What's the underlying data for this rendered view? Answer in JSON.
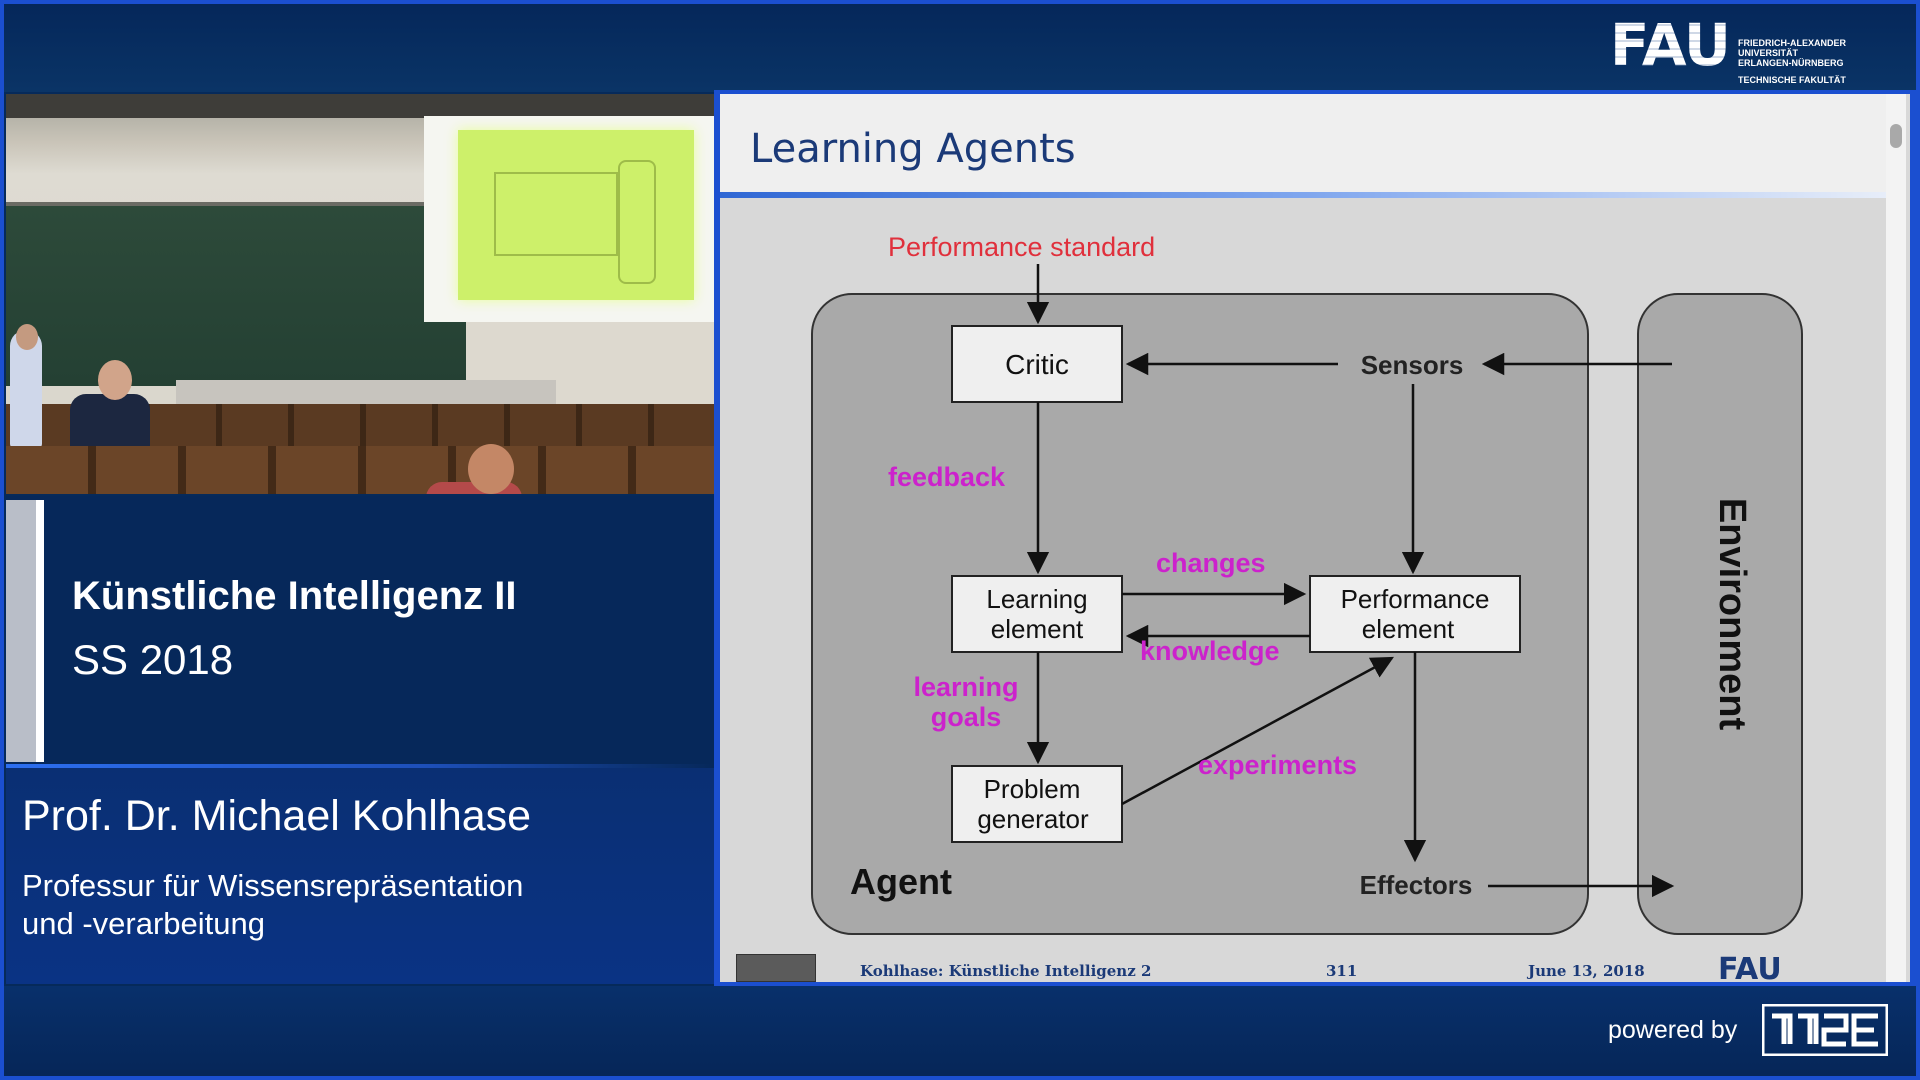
{
  "header": {
    "logo_mark": "FAU",
    "logo_line1": "FRIEDRICH-ALEXANDER",
    "logo_line2": "UNIVERSITÄT",
    "logo_line3": "ERLANGEN-NÜRNBERG",
    "faculty": "TECHNISCHE FAKULTÄT"
  },
  "course": {
    "title": "Künstliche Intelligenz II",
    "semester": "SS 2018"
  },
  "speaker": {
    "name": "Prof. Dr. Michael Kohlhase",
    "chair_line1": "Professur für Wissensrepräsentation",
    "chair_line2": "und -verarbeitung"
  },
  "slide": {
    "title": "Learning Agents",
    "diagram": {
      "performance_standard": "Performance standard",
      "critic": "Critic",
      "sensors": "Sensors",
      "feedback": "feedback",
      "changes": "changes",
      "knowledge": "knowledge",
      "learning_element_1": "Learning",
      "learning_element_2": "element",
      "performance_element_1": "Performance",
      "performance_element_2": "element",
      "learning_goals_1": "learning",
      "learning_goals_2": "goals",
      "problem_generator_1": "Problem",
      "problem_generator_2": "generator",
      "experiments": "experiments",
      "agent": "Agent",
      "effectors": "Effectors",
      "environment": "Environment"
    },
    "footer": {
      "author": "Kohlhase:  Künstliche Intelligenz 2",
      "page": "311",
      "date": "June 13, 2018",
      "logo": "FAU"
    },
    "colors": {
      "red_label": "#e0303c",
      "magenta_label": "#cc22cc",
      "box_fill": "#efefef",
      "agent_fill": "#a9a9a9"
    }
  },
  "footer": {
    "powered_by": "powered by"
  }
}
